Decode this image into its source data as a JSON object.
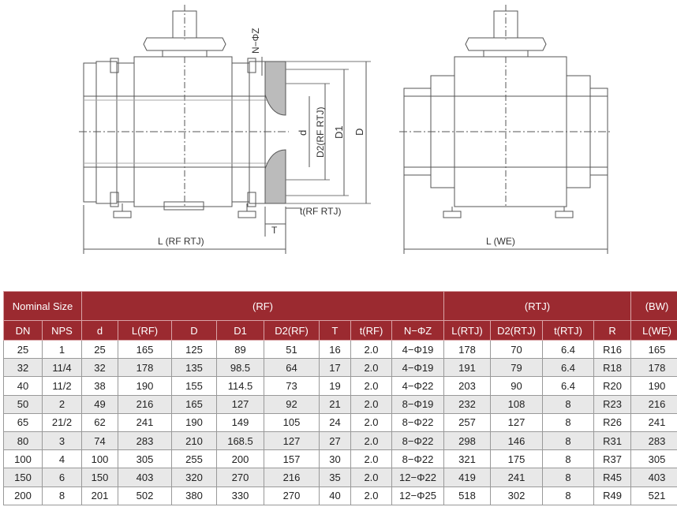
{
  "drawing": {
    "labels": {
      "nz": "N−ΦZ",
      "d": "d",
      "d2": "D2(RF RTJ)",
      "d1": "D1",
      "D": "D",
      "t": "t(RF RTJ)",
      "T": "T",
      "l_rf": "L (RF RTJ)",
      "l_we": "L (WE)"
    }
  },
  "table": {
    "groups": {
      "nominal": "Nominal Size",
      "rf": "(RF)",
      "rtj": "(RTJ)",
      "bw": "(BW)"
    },
    "headers": [
      "DN",
      "NPS",
      "d",
      "L(RF)",
      "D",
      "D1",
      "D2(RF)",
      "T",
      "t(RF)",
      "N−ΦZ",
      "L(RTJ)",
      "D2(RTJ)",
      "t(RTJ)",
      "R",
      "L(WE)"
    ],
    "rows": [
      [
        "25",
        "1",
        "25",
        "165",
        "125",
        "89",
        "51",
        "16",
        "2.0",
        "4−Φ19",
        "178",
        "70",
        "6.4",
        "R16",
        "165"
      ],
      [
        "32",
        "11/4",
        "32",
        "178",
        "135",
        "98.5",
        "64",
        "17",
        "2.0",
        "4−Φ19",
        "191",
        "79",
        "6.4",
        "R18",
        "178"
      ],
      [
        "40",
        "11/2",
        "38",
        "190",
        "155",
        "114.5",
        "73",
        "19",
        "2.0",
        "4−Φ22",
        "203",
        "90",
        "6.4",
        "R20",
        "190"
      ],
      [
        "50",
        "2",
        "49",
        "216",
        "165",
        "127",
        "92",
        "21",
        "2.0",
        "8−Φ19",
        "232",
        "108",
        "8",
        "R23",
        "216"
      ],
      [
        "65",
        "21/2",
        "62",
        "241",
        "190",
        "149",
        "105",
        "24",
        "2.0",
        "8−Φ22",
        "257",
        "127",
        "8",
        "R26",
        "241"
      ],
      [
        "80",
        "3",
        "74",
        "283",
        "210",
        "168.5",
        "127",
        "27",
        "2.0",
        "8−Φ22",
        "298",
        "146",
        "8",
        "R31",
        "283"
      ],
      [
        "100",
        "4",
        "100",
        "305",
        "255",
        "200",
        "157",
        "30",
        "2.0",
        "8−Φ22",
        "321",
        "175",
        "8",
        "R37",
        "305"
      ],
      [
        "150",
        "6",
        "150",
        "403",
        "320",
        "270",
        "216",
        "35",
        "2.0",
        "12−Φ22",
        "419",
        "241",
        "8",
        "R45",
        "403"
      ],
      [
        "200",
        "8",
        "201",
        "502",
        "380",
        "330",
        "270",
        "40",
        "2.0",
        "12−Φ25",
        "518",
        "302",
        "8",
        "R49",
        "521"
      ]
    ]
  }
}
